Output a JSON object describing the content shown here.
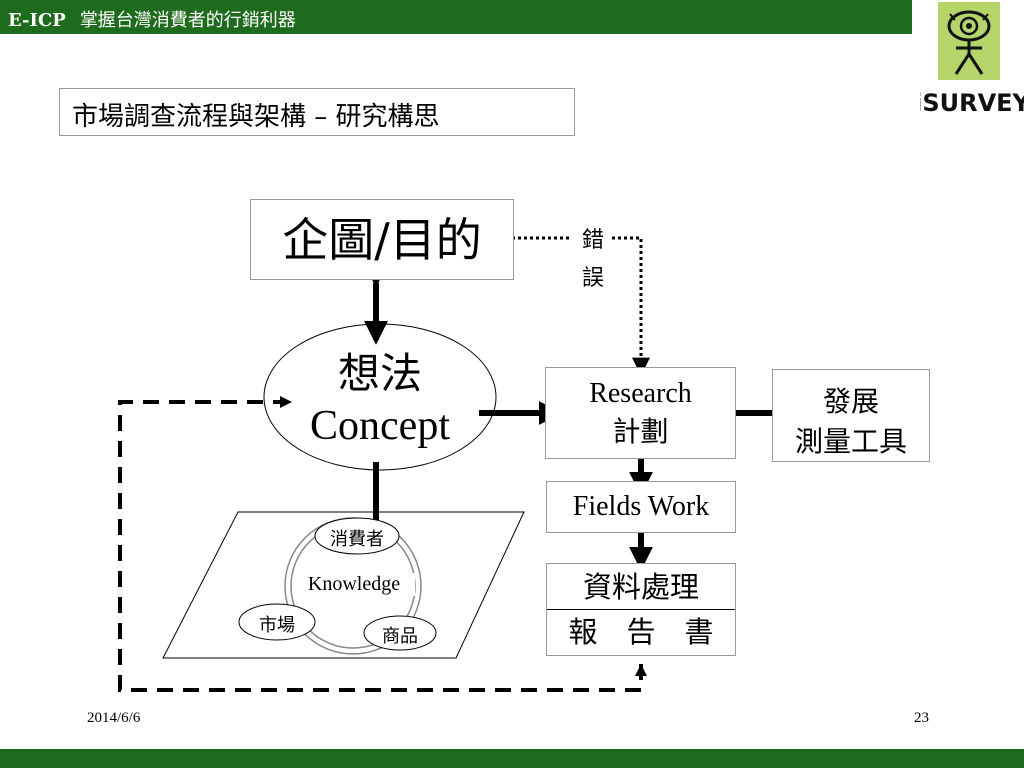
{
  "header": {
    "code": "E-ICP",
    "subtitle": "掌握台灣消費者的行銷利器"
  },
  "logo": {
    "brand": "iSURVEY"
  },
  "slide_title": "市場調查流程與架構 – 研究構思",
  "diagram": {
    "plan_purpose": "企圖/目的",
    "error_label_1": "錯",
    "error_label_2": "誤",
    "concept_zh": "想法",
    "concept_en": "Concept",
    "research_en": "Research",
    "research_zh": "計劃",
    "develop_line1": "發展",
    "develop_line2": "測量工具",
    "fields_work": "Fields Work",
    "data_processing": "資料處理",
    "report": "報　告　書",
    "knowledge": "Knowledge",
    "consumer": "消費者",
    "market": "市場",
    "product": "商品"
  },
  "footer": {
    "date": "2014/6/6",
    "page": "23"
  },
  "colors": {
    "header_green": "#1e6b1e",
    "logo_green": "#b5d56a"
  }
}
